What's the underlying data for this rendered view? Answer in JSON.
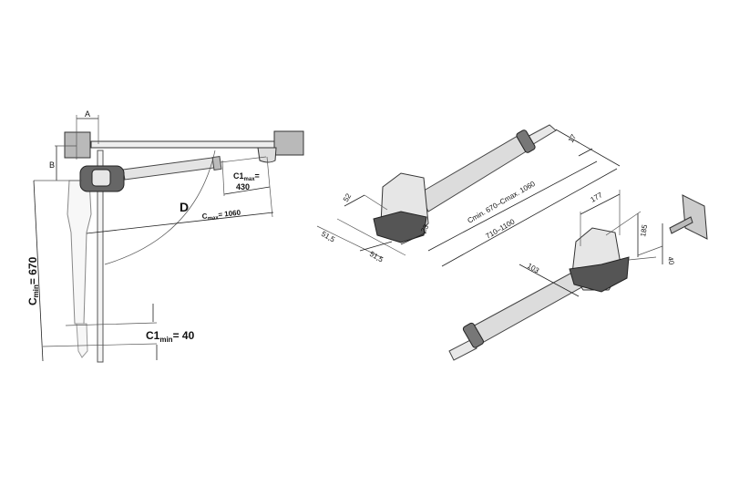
{
  "left_diagram": {
    "label_a": "A",
    "label_b": "B",
    "label_d": "D",
    "c1max_label": "C1",
    "c1max_sub": "max",
    "c1max_eq": "=",
    "c1max_value": "430",
    "cmax_label": "C",
    "cmax_sub": "max",
    "cmax_value": "= 1060",
    "cmin_label": "C",
    "cmin_sub": "min",
    "cmin_value": "= 670",
    "c1min_label": "C1",
    "c1min_sub": "min",
    "c1min_value": "= 40"
  },
  "right_diagram": {
    "dim_52": "52",
    "dim_51_5_a": "51,5",
    "dim_51_5_b": "51,5",
    "dim_23": "23",
    "dim_stroke": "Cmin. 670–Cmax. 1060",
    "dim_length": "710–1100",
    "dim_17": "17",
    "dim_177": "177",
    "dim_185": "185",
    "dim_103": "103",
    "dim_40": "40"
  },
  "colors": {
    "block": "#b9b9b9",
    "motor_light": "#e6e6e6",
    "motor_dark": "#555555",
    "tube": "#dcdcdc"
  }
}
